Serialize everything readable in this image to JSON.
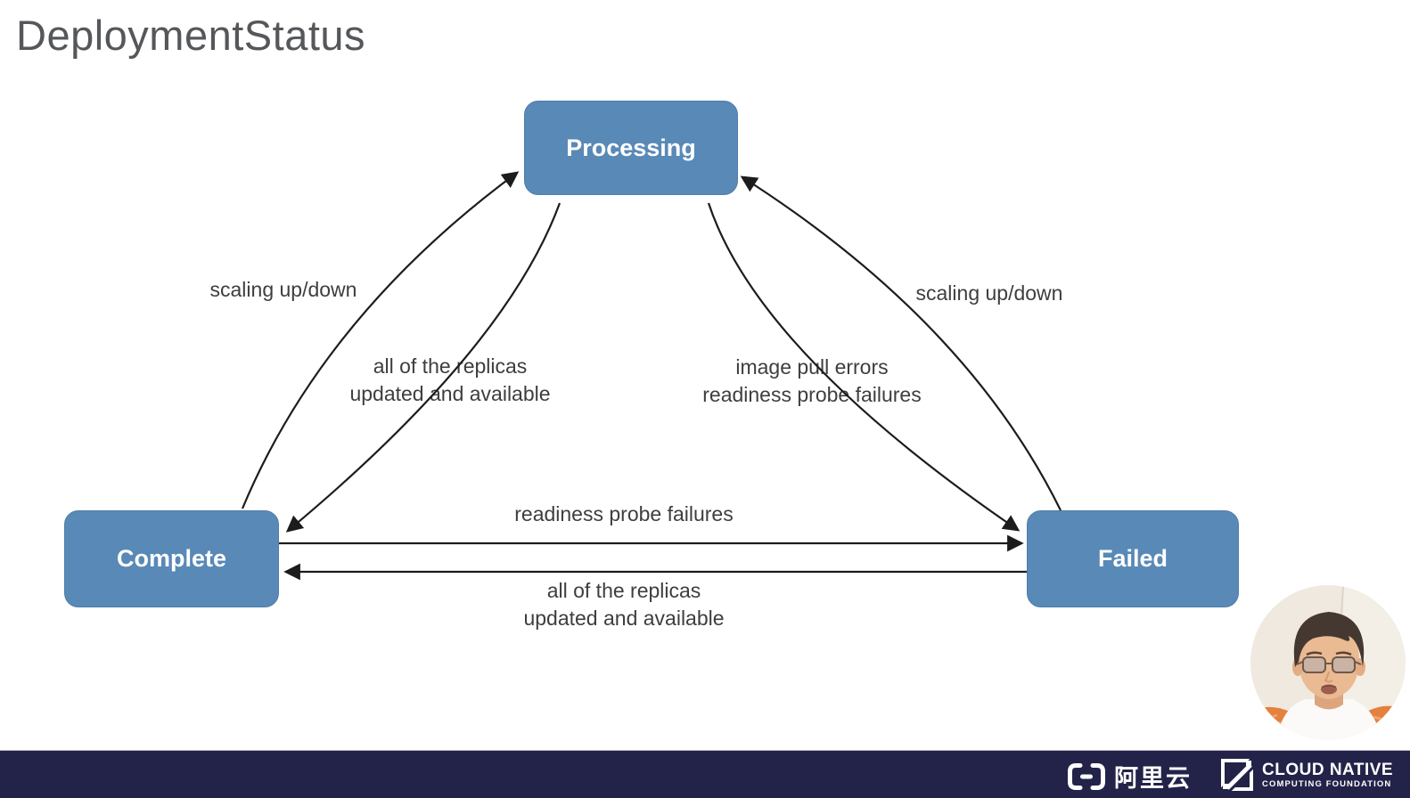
{
  "title": "DeploymentStatus",
  "diagram": {
    "states": [
      {
        "label": "Processing"
      },
      {
        "label": "Complete"
      },
      {
        "label": "Failed"
      }
    ],
    "transitions": [
      {
        "from": "Complete",
        "to": "Processing",
        "lines": [
          "scaling up/down"
        ]
      },
      {
        "from": "Failed",
        "to": "Processing",
        "lines": [
          "scaling up/down"
        ]
      },
      {
        "from": "Processing",
        "to": "Complete",
        "lines": [
          "all of the replicas",
          "updated and available"
        ]
      },
      {
        "from": "Processing",
        "to": "Failed",
        "lines": [
          "image pull errors",
          "readiness probe failures"
        ]
      },
      {
        "from": "Complete",
        "to": "Failed",
        "lines": [
          "readiness probe failures"
        ]
      },
      {
        "from": "Failed",
        "to": "Complete",
        "lines": [
          "all of the replicas",
          "updated and available"
        ]
      }
    ]
  },
  "footer": {
    "alibaba_cloud_text": "阿里云",
    "cncf_name": "CLOUD NATIVE",
    "cncf_subtitle": "COMPUTING FOUNDATION"
  },
  "colors": {
    "state_fill": "#5989b6",
    "arrow": "#1c1c1c",
    "footer_bg": "#232349",
    "title_text": "#55575b"
  }
}
